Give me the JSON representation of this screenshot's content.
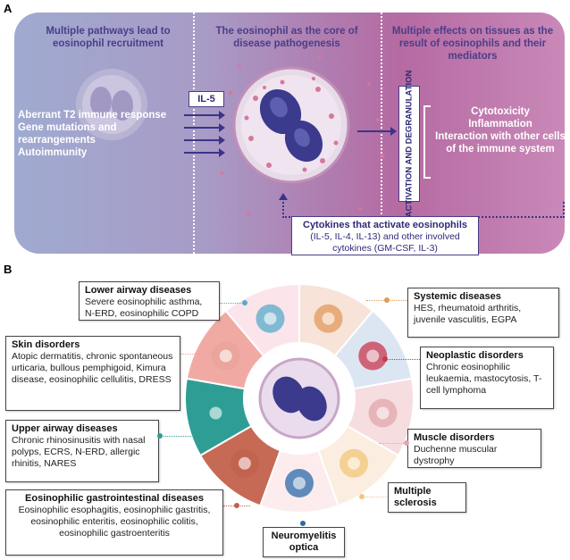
{
  "panel_a": {
    "letter": "A",
    "col1_header": "Multiple pathways lead to eosinophil recruitment",
    "col2_header": "The eosinophil as the core of disease pathogenesis",
    "col3_header": "Multiple effects on tissues as the result of eosinophils and their mediators",
    "il5_label": "IL-5",
    "causes": [
      "Aberrant T2 immune response",
      "Gene mutations and rearrangements",
      "Autoimmunity"
    ],
    "activation_label": "ACTIVATION AND DEGRANULATION",
    "effects": [
      "Cytotoxicity",
      "Inflammation",
      "Interaction with other cells of the immune system"
    ],
    "cytokines_title": "Cytokines that activate eosinophils",
    "cytokines_detail": "(IL-5, IL-4, IL-13) and other involved cytokines (GM-CSF, IL-3)"
  },
  "panel_b": {
    "letter": "B",
    "diseases": [
      {
        "title": "Lower airway diseases",
        "text": "Severe eosinophilic asthma, N-ERD, eosinophilic COPD",
        "color": "#5aa9c9",
        "icon": "lungs-icon"
      },
      {
        "title": "Skin disorders",
        "text": "Atopic dermatitis, chronic spontaneous urticaria, bullous pemphigoid, Kimura disease, eosinophilic cellulitis, DRESS",
        "color": "#e8a39a",
        "icon": "skin-torso-icon"
      },
      {
        "title": "Upper airway diseases",
        "text": "Chronic rhinosinusitis with nasal polyps, ECRS, N-ERD, allergic rhinitis, NARES",
        "color": "#2e9e95",
        "icon": "head-airway-icon"
      },
      {
        "title": "Eosinophilic gastrointestinal diseases",
        "text": "Eosinophilic esophagitis, eosinophilic gastritis, eosinophilic enteritis, eosinophilic colitis, eosinophilic gastroenteritis",
        "color": "#c0614f",
        "icon": "digestive-system-icon"
      },
      {
        "title": "Neuromyelitis optica",
        "text": "",
        "color": "#2b6aa8",
        "icon": "eye-icon"
      },
      {
        "title": "Multiple sclerosis",
        "text": "",
        "color": "#f1c57a",
        "icon": "brain-icon"
      },
      {
        "title": "Muscle disorders",
        "text": "Duchenne muscular dystrophy",
        "color": "#e2a6ad",
        "icon": "muscle-icon"
      },
      {
        "title": "Neoplastic disorders",
        "text": "Chronic eosinophilic leukaemia, mastocytosis, T-cell lymphoma",
        "color": "#c9374f",
        "icon": "blood-cells-icon"
      },
      {
        "title": "Systemic diseases",
        "text": "HES, rheumatoid arthritis, juvenile vasculitis, EGPA",
        "color": "#e39a5c",
        "icon": "body-vessels-icon"
      }
    ]
  }
}
